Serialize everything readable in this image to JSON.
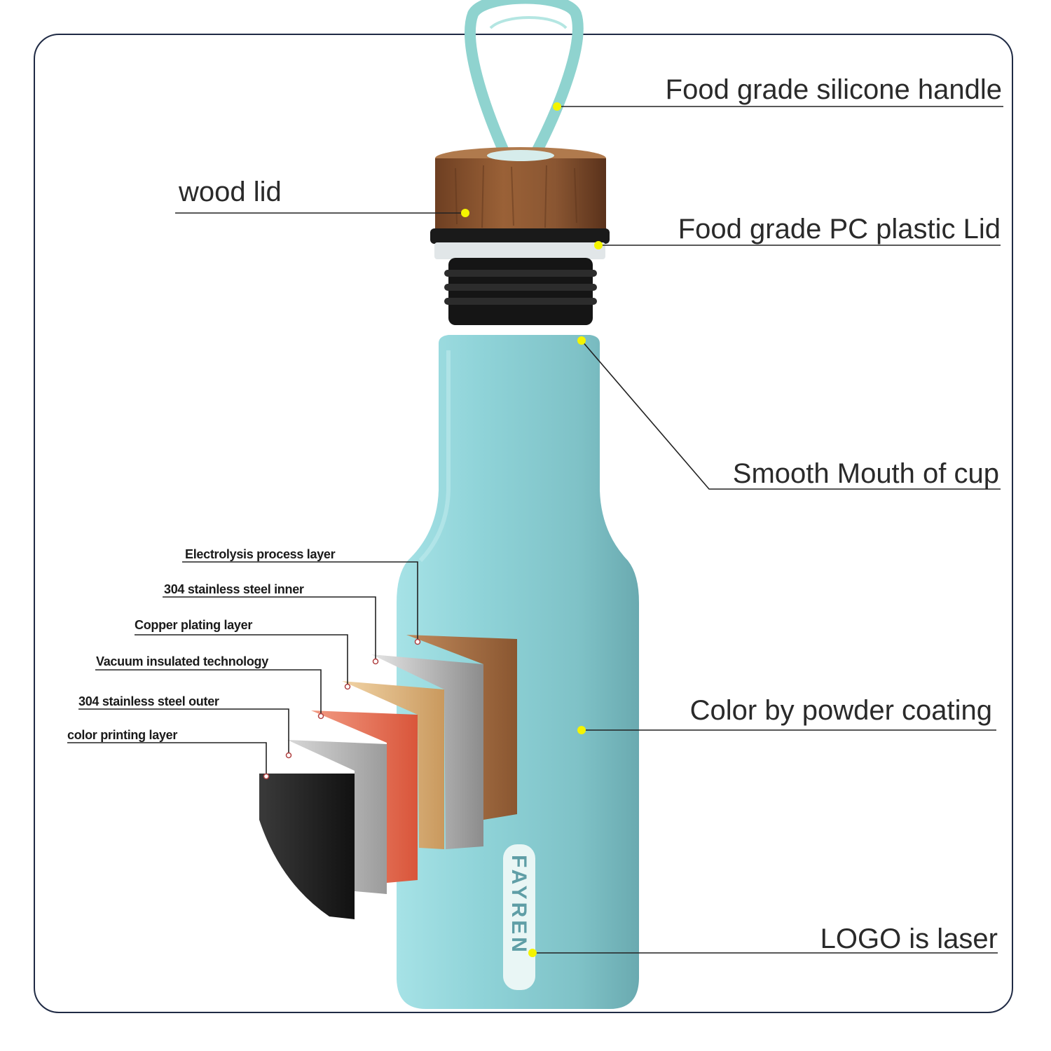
{
  "callouts": {
    "handle": "Food grade silicone handle",
    "wood_lid": "wood lid",
    "pc_lid": "Food grade PC plastic Lid",
    "mouth": "Smooth Mouth of cup",
    "coating": "Color by powder coating",
    "logo": "LOGO is laser"
  },
  "layers": [
    "Electrolysis process layer",
    "304 stainless steel inner",
    "Copper plating layer",
    "Vacuum insulated technology",
    "304 stainless steel outer",
    "color printing layer"
  ],
  "brand": "FAYREN",
  "colors": {
    "bottle": "#8fd3d8",
    "handle": "#8fd3cf",
    "wood": "#8a5632",
    "marker": "#f4f400",
    "frame": "#1f2a44"
  }
}
